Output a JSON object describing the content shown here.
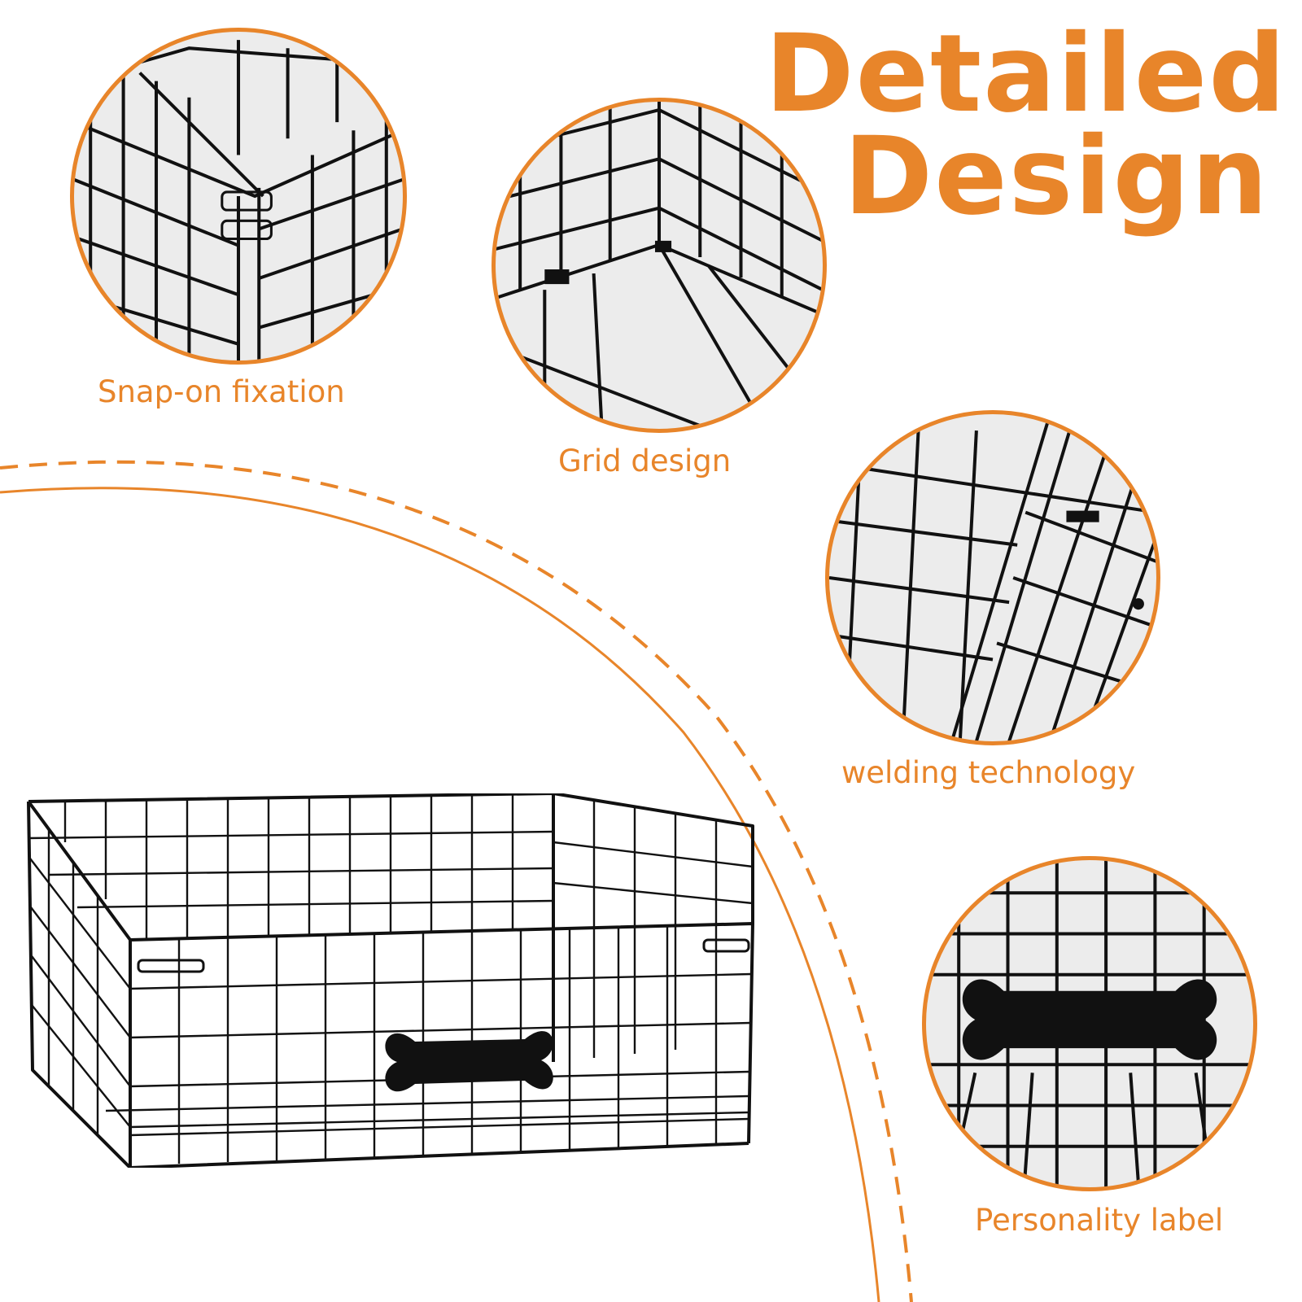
{
  "headline": {
    "line1": "Detailed",
    "line2": "Design"
  },
  "features": [
    {
      "caption": "Snap-on fixation"
    },
    {
      "caption": "Grid design"
    },
    {
      "caption": "welding technology"
    },
    {
      "caption": "Personality label"
    }
  ],
  "colors": {
    "accent": "#e8852a",
    "wire": "#111111",
    "background": "#ffffff"
  },
  "icons": {
    "label": "bone-icon"
  }
}
